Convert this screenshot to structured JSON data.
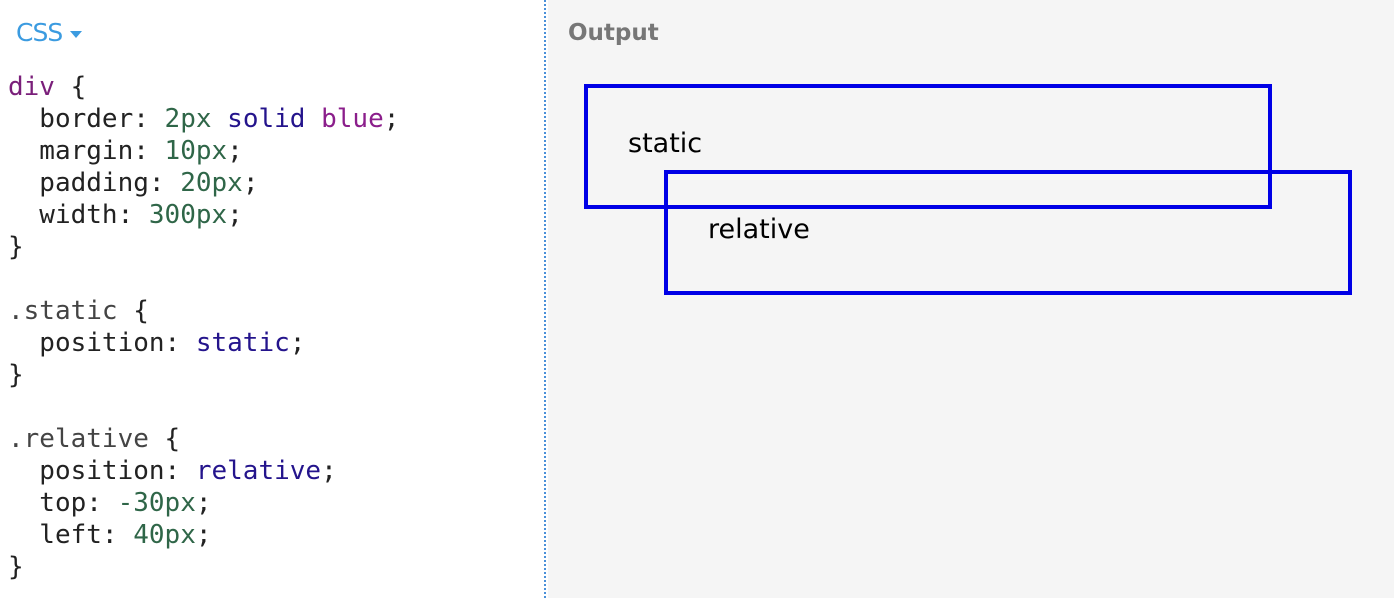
{
  "editor": {
    "language": "CSS",
    "lines": [
      [
        {
          "t": "div",
          "c": "tag"
        },
        {
          "t": " {",
          "c": "punct"
        }
      ],
      [
        {
          "t": "  border: ",
          "c": "prop"
        },
        {
          "t": "2px",
          "c": "num"
        },
        {
          "t": " ",
          "c": "punct"
        },
        {
          "t": "solid",
          "c": "kw"
        },
        {
          "t": " ",
          "c": "punct"
        },
        {
          "t": "blue",
          "c": "color"
        },
        {
          "t": ";",
          "c": "punct"
        }
      ],
      [
        {
          "t": "  margin: ",
          "c": "prop"
        },
        {
          "t": "10px",
          "c": "num"
        },
        {
          "t": ";",
          "c": "punct"
        }
      ],
      [
        {
          "t": "  padding: ",
          "c": "prop"
        },
        {
          "t": "20px",
          "c": "num"
        },
        {
          "t": ";",
          "c": "punct"
        }
      ],
      [
        {
          "t": "  width: ",
          "c": "prop"
        },
        {
          "t": "300px",
          "c": "num"
        },
        {
          "t": ";",
          "c": "punct"
        }
      ],
      [
        {
          "t": "}",
          "c": "punct"
        }
      ],
      [],
      [
        {
          "t": ".static",
          "c": "sel"
        },
        {
          "t": " {",
          "c": "punct"
        }
      ],
      [
        {
          "t": "  position: ",
          "c": "prop"
        },
        {
          "t": "static",
          "c": "kw"
        },
        {
          "t": ";",
          "c": "punct"
        }
      ],
      [
        {
          "t": "}",
          "c": "punct"
        }
      ],
      [],
      [
        {
          "t": ".relative",
          "c": "sel"
        },
        {
          "t": " {",
          "c": "punct"
        }
      ],
      [
        {
          "t": "  position: ",
          "c": "prop"
        },
        {
          "t": "relative",
          "c": "kw"
        },
        {
          "t": ";",
          "c": "punct"
        }
      ],
      [
        {
          "t": "  top: ",
          "c": "prop"
        },
        {
          "t": "-30px",
          "c": "num"
        },
        {
          "t": ";",
          "c": "punct"
        }
      ],
      [
        {
          "t": "  left: ",
          "c": "prop"
        },
        {
          "t": "40px",
          "c": "num"
        },
        {
          "t": ";",
          "c": "punct"
        }
      ],
      [
        {
          "t": "}",
          "c": "punct"
        }
      ]
    ]
  },
  "output": {
    "title": "Output",
    "static_label": "static",
    "relative_label": "relative"
  },
  "colors": {
    "accent": "#3b9be0",
    "box_border": "#0000e6"
  }
}
